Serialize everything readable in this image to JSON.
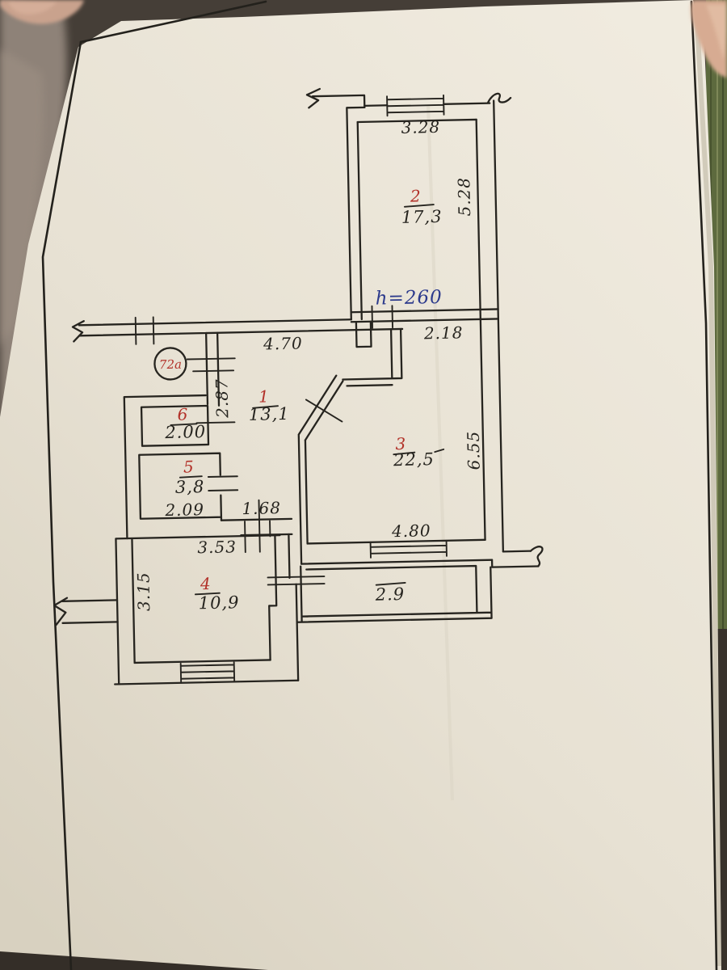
{
  "photo": {
    "description": "Photo of a hand-drawn apartment floor plan (BTI sketch) on a paper sheet",
    "colors": {
      "table_background": "#453e37",
      "carpet": "#8e8278",
      "book_edge_green": "#5d6a3e",
      "paper": "#e9e3d6",
      "black_ink": "#26241f",
      "red_ink": "#b23129",
      "blue_ink": "#2c3a8c"
    }
  },
  "plan": {
    "apartment_number": "72а",
    "height_note": "h=260",
    "rooms": [
      {
        "number": "2",
        "area": "17,3"
      },
      {
        "number": "1",
        "area": "13,1"
      },
      {
        "number": "3",
        "area": "22,5"
      },
      {
        "number": "6",
        "area": "2.00"
      },
      {
        "number": "5",
        "area": "3,8"
      },
      {
        "number": "4",
        "area": "10,9"
      },
      {
        "number": "",
        "area": "2.9"
      }
    ],
    "dimensions": {
      "room2_top_width": "3.28",
      "room2_right_depth": "5.28",
      "hall_top_width": "4.70",
      "room3_nook_width": "2.18",
      "hall_left_height": "2.87",
      "room3_right_depth": "6.55",
      "room3_bottom_width": "4.80",
      "bath_bottom_width": "2.09",
      "passage_width": "1.68",
      "kitchen_top_width": "3.53",
      "kitchen_left_depth": "3.15"
    }
  }
}
